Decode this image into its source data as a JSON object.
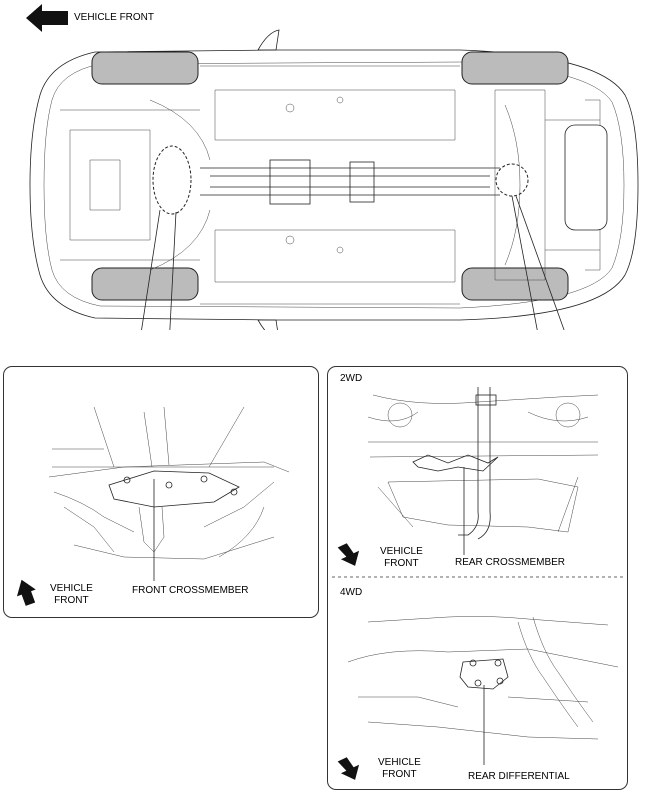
{
  "header": {
    "direction_label": "VEHICLE FRONT"
  },
  "panels": {
    "front": {
      "direction_label": "VEHICLE\nFRONT",
      "part_label": "FRONT CROSSMEMBER"
    },
    "rear_2wd": {
      "variant": "2WD",
      "direction_label": "VEHICLE\nFRONT",
      "part_label": "REAR CROSSMEMBER"
    },
    "rear_4wd": {
      "variant": "4WD",
      "direction_label": "VEHICLE\nFRONT",
      "part_label": "REAR DIFFERENTIAL"
    }
  }
}
